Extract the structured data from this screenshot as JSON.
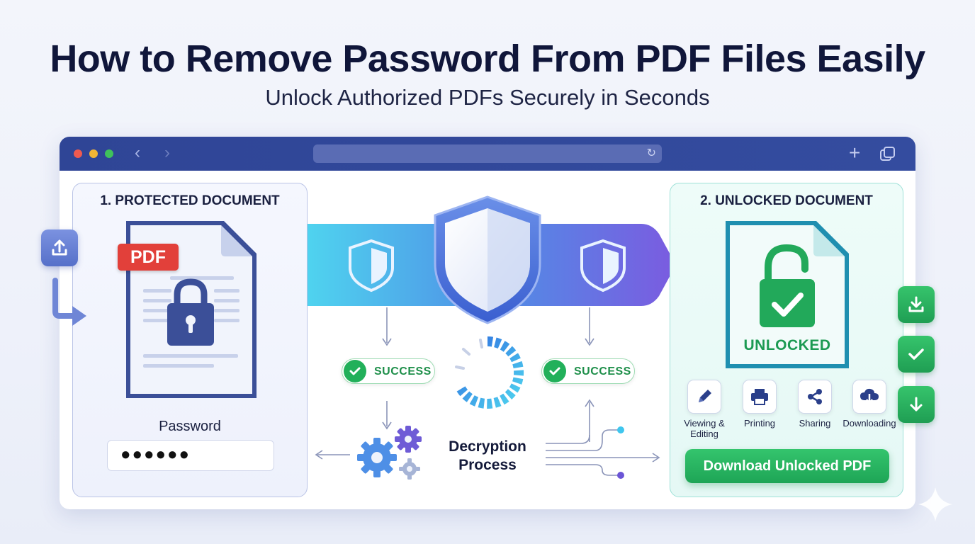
{
  "header": {
    "title": "How to Remove Password From PDF Files Easily",
    "subtitle": "Unlock Authorized PDFs Securely in Seconds"
  },
  "left_panel": {
    "heading": "1. PROTECTED DOCUMENT",
    "badge": "PDF",
    "password_label": "Password",
    "password_value": "●●●●●●"
  },
  "center": {
    "status_left": "SUCCESS",
    "status_right": "SUCCESS",
    "process_label_line1": "Decryption",
    "process_label_line2": "Process"
  },
  "right_panel": {
    "heading": "2. UNLOCKED DOCUMENT",
    "doc_label": "UNLOCKED",
    "features": [
      {
        "line1": "Viewing &",
        "line2": "Editing",
        "icon": "pencil-icon"
      },
      {
        "line1": "Printing",
        "line2": "",
        "icon": "printer-icon"
      },
      {
        "line1": "Sharing",
        "line2": "",
        "icon": "share-icon"
      },
      {
        "line1": "Downloading",
        "line2": "",
        "icon": "cloud-download-icon"
      }
    ],
    "download_button": "Download Unlocked PDF"
  },
  "colors": {
    "accent_blue": "#2f4596",
    "success_green": "#22b05a",
    "pdf_red": "#e2403a"
  }
}
